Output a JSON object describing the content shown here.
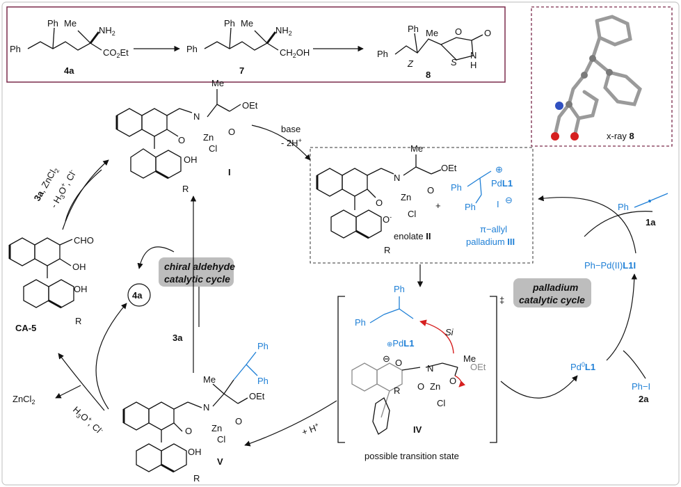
{
  "top_scheme": {
    "compound_4a": {
      "label": "4a",
      "ph_top": "Ph",
      "me": "Me",
      "nh2": "NH",
      "nh2_sub": "2",
      "ph_left": "Ph",
      "ester": "CO",
      "ester_sub": "2",
      "ester_tail": "Et"
    },
    "compound_7": {
      "label": "7",
      "ph_top": "Ph",
      "me": "Me",
      "nh2": "NH",
      "nh2_sub": "2",
      "ph_left": "Ph",
      "alcohol": "CH",
      "alcohol_sub": "2",
      "alcohol_tail": "OH"
    },
    "compound_8": {
      "label": "8",
      "ph_top": "Ph",
      "me": "Me",
      "ph_left": "Ph",
      "o_ring": "O",
      "carbonyl_o": "O",
      "nh": "N",
      "nh_h": "H",
      "stereo_z": "Z",
      "stereo_s": "S"
    }
  },
  "xray": {
    "caption": "x-ray",
    "caption_num": "8"
  },
  "catalyst_I": {
    "label": "I",
    "me": "Me",
    "ester": "OEt",
    "n": "N",
    "o1": "O",
    "zn": "Zn",
    "o2": "O",
    "cl": "Cl",
    "oh": "OH",
    "r": "R"
  },
  "ca5": {
    "label": "CA-5",
    "cho": "CHO",
    "oh1": "OH",
    "oh2": "OH",
    "r": "R"
  },
  "enolate_box": {
    "me": "Me",
    "oet": "OEt",
    "n": "N",
    "zn": "Zn",
    "o1": "O",
    "o2": "O",
    "cl": "Cl",
    "o_minus": "O",
    "r": "R",
    "enolate_label": "enolate",
    "enolate_num": "II",
    "plus": "+",
    "ph1": "Ph",
    "ph2": "Ph",
    "pd": "Pd",
    "pd_l": "L1",
    "iodide": "I",
    "pi_allyl": "π−allyl",
    "palladium": "palladium",
    "palladium_num": "III"
  },
  "arrows": {
    "base": "base",
    "minus_2h": "- 2H",
    "a3_zncl2": "ZnCl",
    "a3_label": "3a",
    "h3o_cl": "- H",
    "a3a_mid": "3a",
    "plus_h": "+ H",
    "h3o_cl_bottom": "H",
    "zncl2": "ZnCl"
  },
  "chiral_cycle": {
    "line1": "chiral aldehyde",
    "line2": "catalytic cycle",
    "product": "4a"
  },
  "palladium_cycle": {
    "line1": "palladium",
    "line2": "catalytic cycle",
    "ph_pd": "Ph−Pd(II)",
    "ph_pd_l": "L1I",
    "pd0": "Pd",
    "pd0_l": "L1",
    "ph_i": "Ph−I",
    "ph_i_label": "2a",
    "allene_ph": "Ph",
    "allene_label": "1a"
  },
  "transition_state": {
    "label": "IV",
    "caption": "possible transition state",
    "ph1": "Ph",
    "ph2": "Ph",
    "pd": "Pd",
    "pd_l": "L1",
    "si": "Si",
    "me": "Me",
    "oet": "OEt",
    "n": "N",
    "zn": "Zn",
    "o1": "O",
    "o2": "O",
    "cl": "Cl",
    "r": "R",
    "dagger": "‡"
  },
  "product_V": {
    "label": "V",
    "me": "Me",
    "ph1": "Ph",
    "ph2": "Ph",
    "oet": "OEt",
    "n": "N",
    "o1": "O",
    "zn": "Zn",
    "o2": "O",
    "cl": "Cl",
    "oh": "OH",
    "r": "R"
  },
  "colors": {
    "blue": "#1e7fd6",
    "red": "#d62020",
    "frame": "#7a2a4a",
    "pill": "#bdbdbd"
  }
}
